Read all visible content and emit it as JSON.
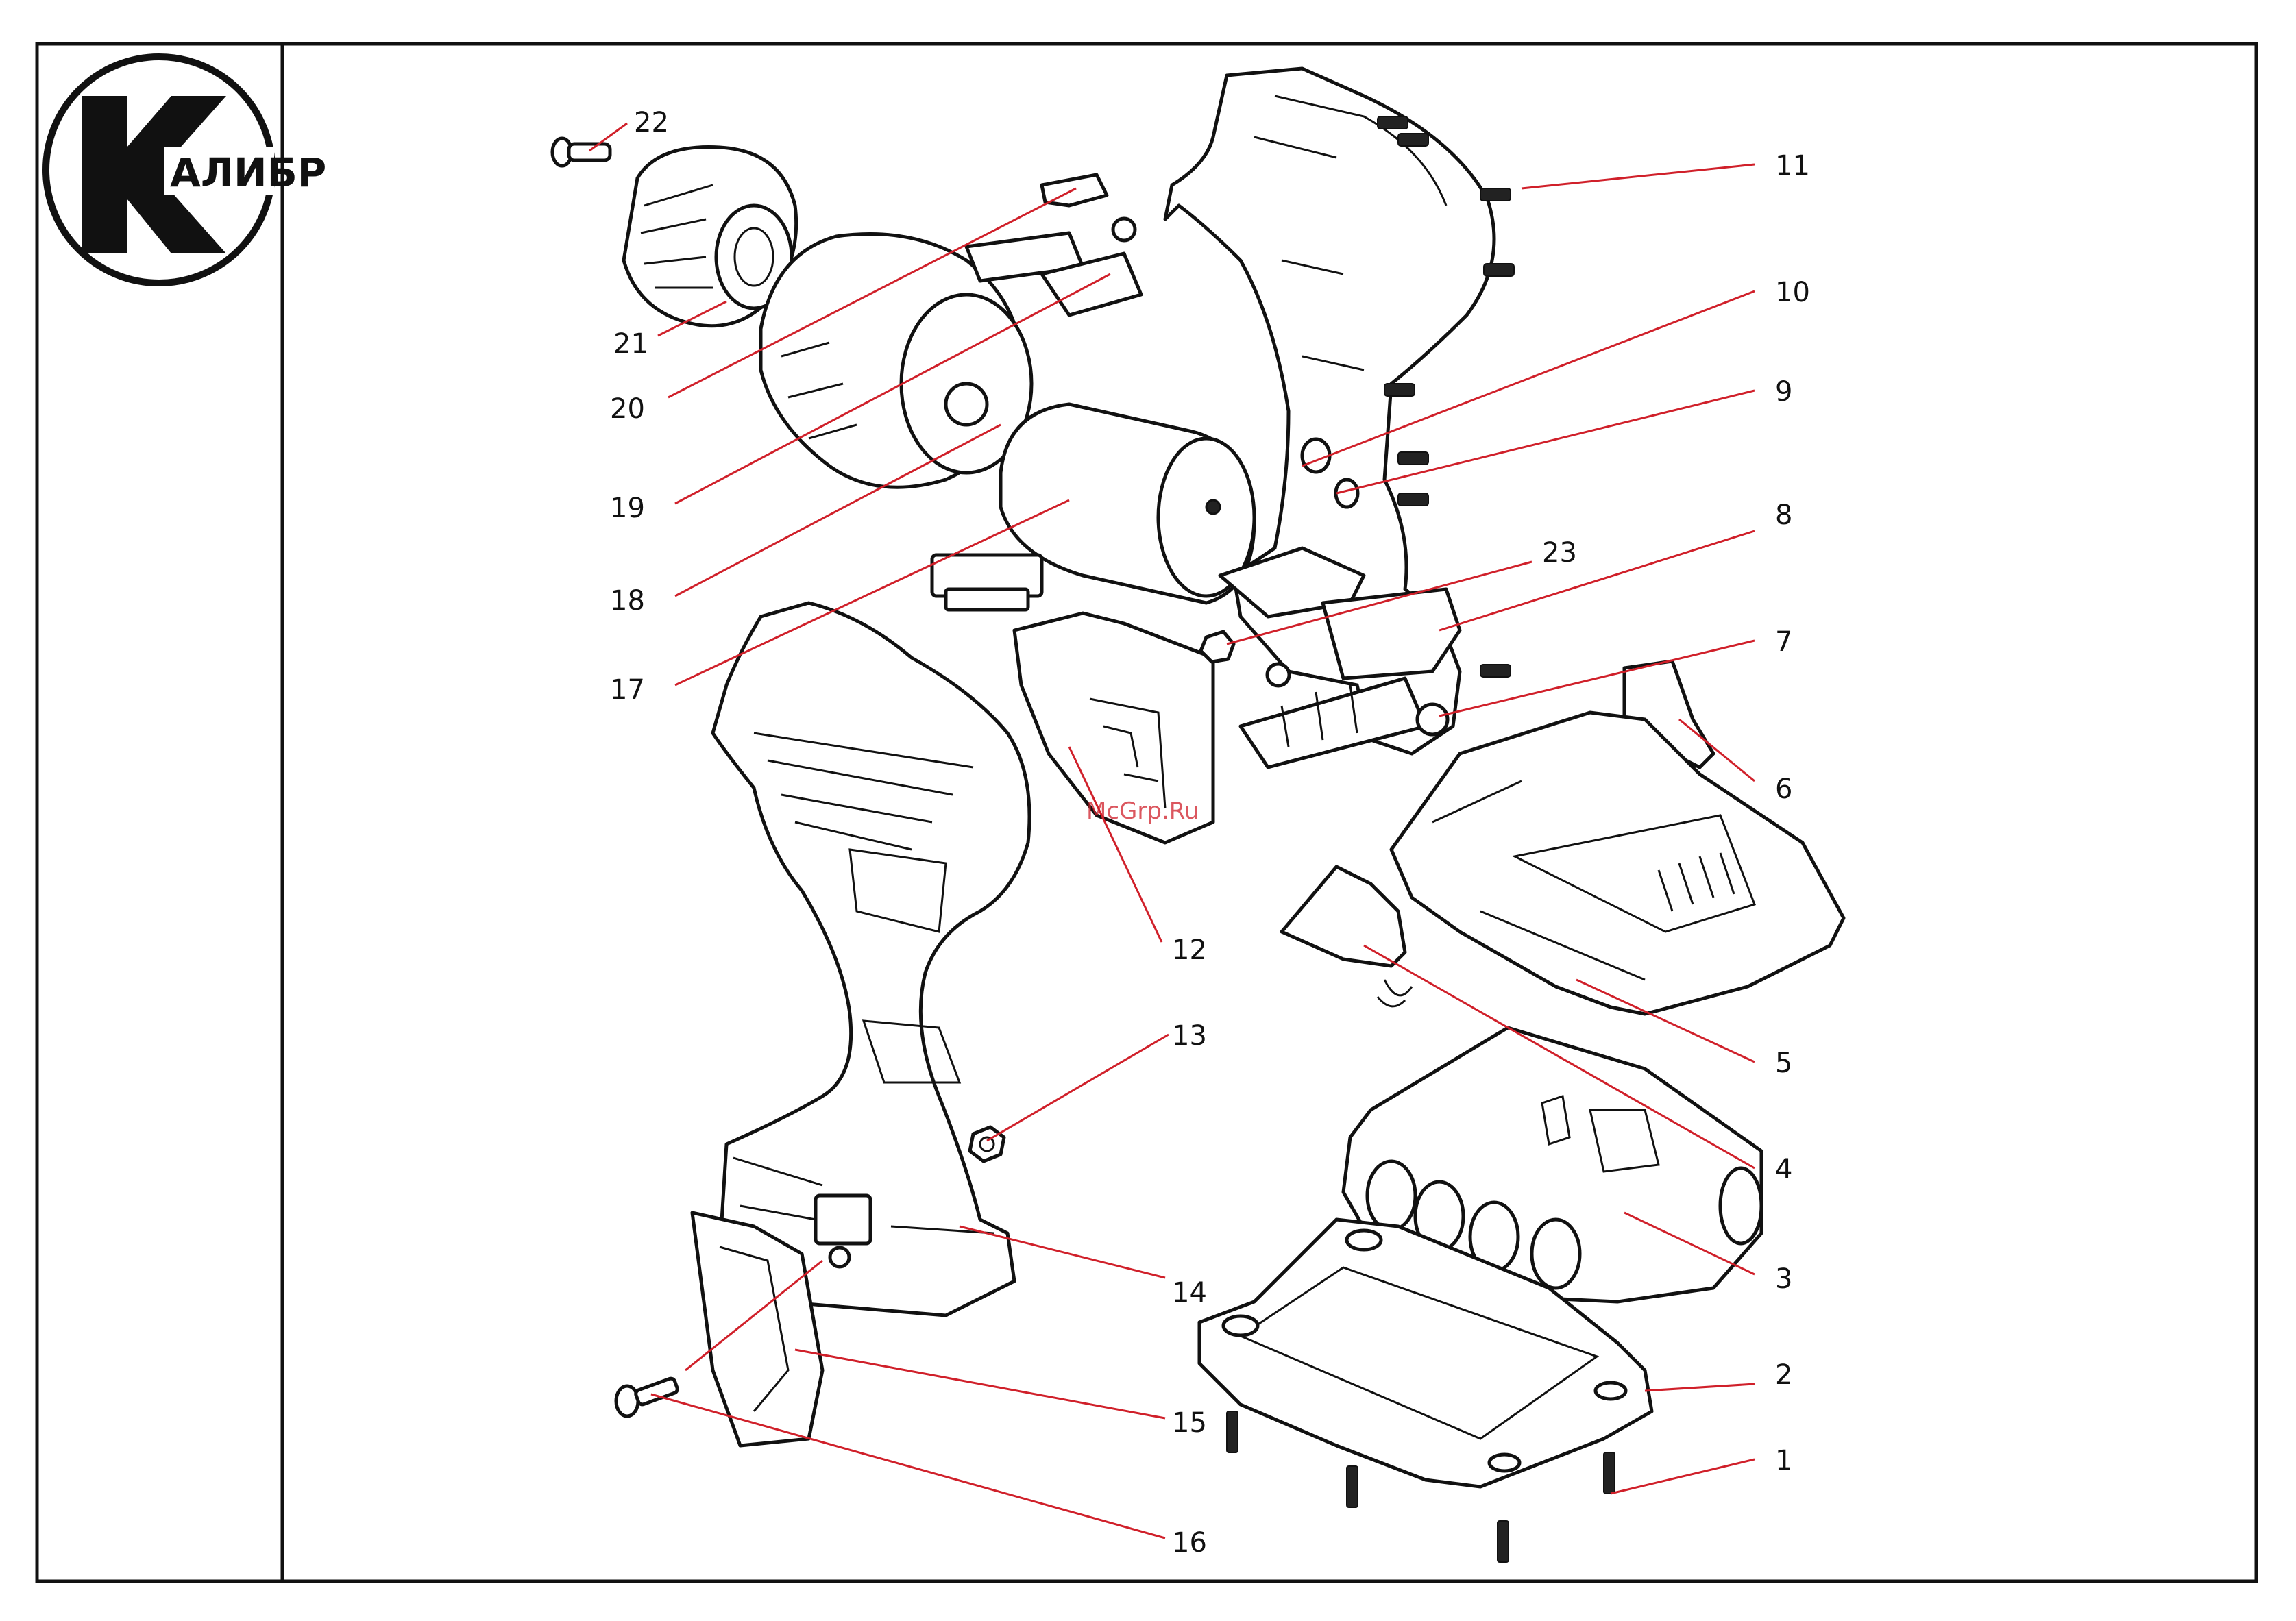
{
  "logo": {
    "text": "АЛИБР",
    "icon": "kalibr-k-logo-icon"
  },
  "watermark": "McGrp.Ru",
  "callouts": [
    {
      "id": "1",
      "label": "1"
    },
    {
      "id": "2",
      "label": "2"
    },
    {
      "id": "3",
      "label": "3"
    },
    {
      "id": "4",
      "label": "4"
    },
    {
      "id": "5",
      "label": "5"
    },
    {
      "id": "6",
      "label": "6"
    },
    {
      "id": "7",
      "label": "7"
    },
    {
      "id": "8",
      "label": "8"
    },
    {
      "id": "9",
      "label": "9"
    },
    {
      "id": "10",
      "label": "10"
    },
    {
      "id": "11",
      "label": "11"
    },
    {
      "id": "12",
      "label": "12"
    },
    {
      "id": "13",
      "label": "13"
    },
    {
      "id": "14",
      "label": "14"
    },
    {
      "id": "15",
      "label": "15"
    },
    {
      "id": "16",
      "label": "16"
    },
    {
      "id": "17",
      "label": "17"
    },
    {
      "id": "18",
      "label": "18"
    },
    {
      "id": "19",
      "label": "19"
    },
    {
      "id": "20",
      "label": "20"
    },
    {
      "id": "21",
      "label": "21"
    },
    {
      "id": "22",
      "label": "22"
    },
    {
      "id": "23",
      "label": "23"
    }
  ],
  "colors": {
    "leader": "#d0202a",
    "ink": "#111111",
    "background": "#ffffff"
  }
}
